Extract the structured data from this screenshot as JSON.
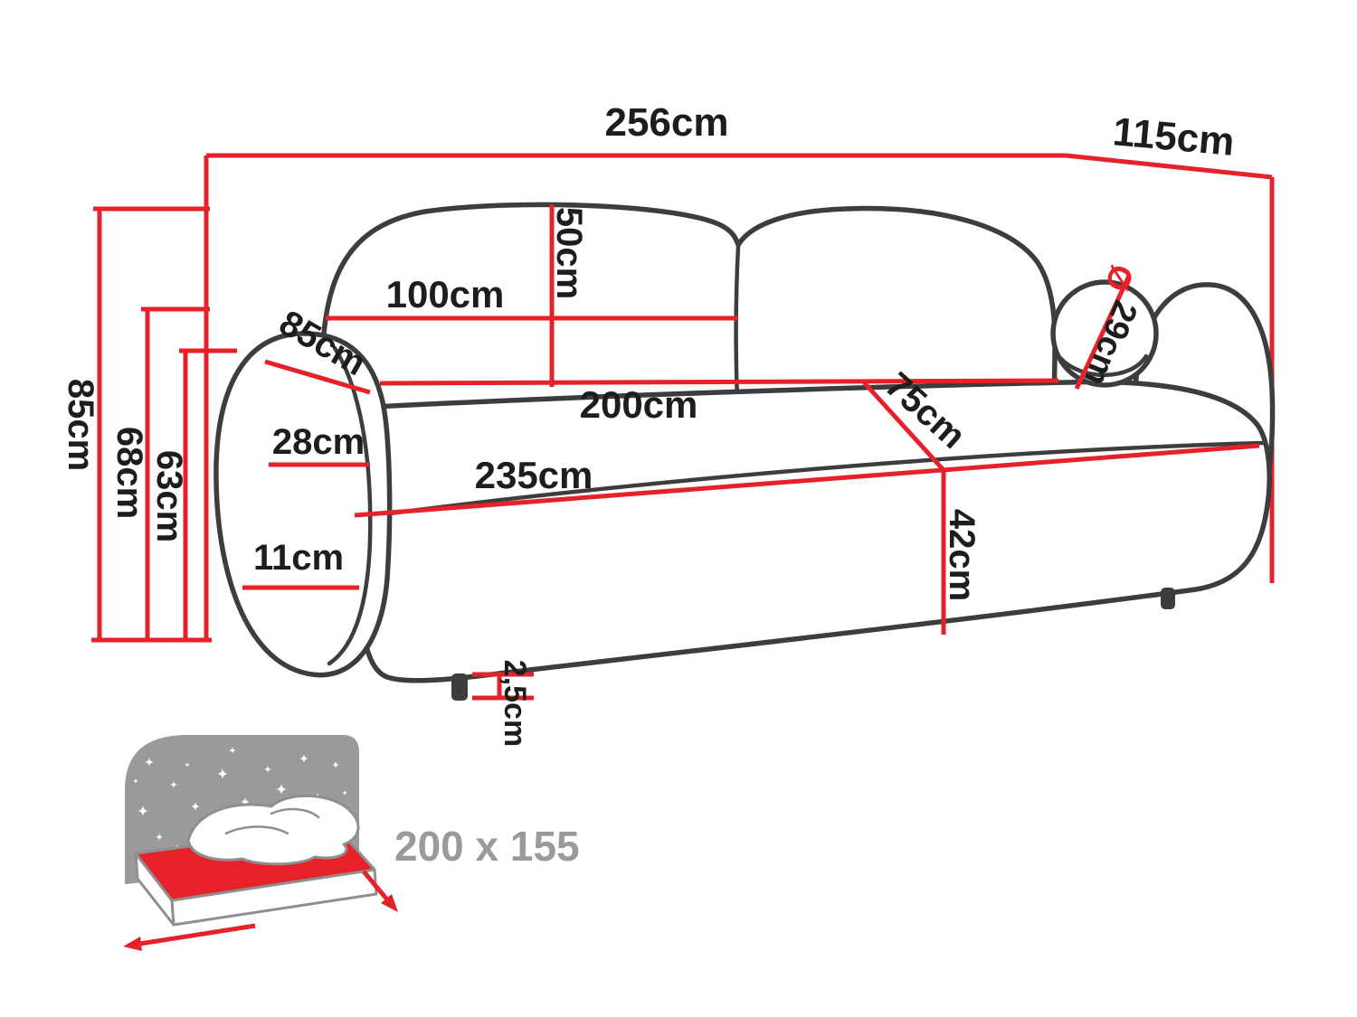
{
  "colors": {
    "dimension_red": "#e62129",
    "sofa_outline": "#3d3d3d",
    "label_text": "#1d1d1d",
    "icon_gray": "#9a9a9a"
  },
  "dims": {
    "width_total": "256cm",
    "depth_total": "115cm",
    "height_total": "85cm",
    "height_arm": "68cm",
    "height_backrest": "63cm",
    "back_cushion_height": "50cm",
    "back_cushion_width": "100cm",
    "arm_depth": "85cm",
    "arm_width": "28cm",
    "seat_width": "200cm",
    "seat_depth": "75cm",
    "width_front": "235cm",
    "base_clearance": "11cm",
    "seat_height": "42cm",
    "leg_height": "2,5cm",
    "diameter_symbol": "Ø",
    "bolster_diameter": "29cm"
  },
  "sleeping_area": {
    "size": "200 x 155"
  }
}
